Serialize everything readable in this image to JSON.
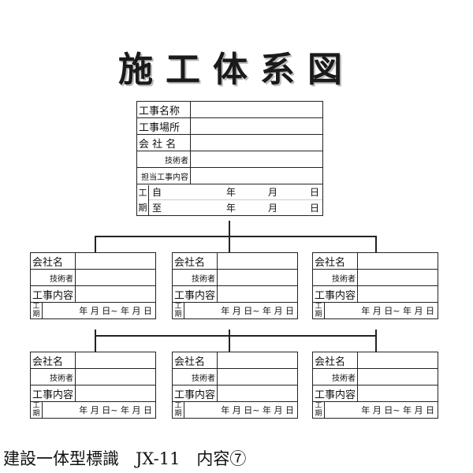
{
  "title": "施工体系図",
  "top": {
    "rows": [
      "工事名称",
      "工事場所",
      "会 社 名"
    ],
    "engineer": "技術者",
    "person": "担当工事内容",
    "period_label": [
      "工",
      "期"
    ],
    "period": [
      {
        "prefix": "自",
        "year": "年",
        "month": "月",
        "day": "日"
      },
      {
        "prefix": "至",
        "year": "年",
        "month": "月",
        "day": "日"
      }
    ]
  },
  "card": {
    "company": "会社名",
    "engineer": "技術者",
    "work": "工事内容",
    "period_label": [
      "工",
      "期"
    ],
    "dates": "年 月 日~ 年 月 日"
  },
  "caption": "建設一体型標識　JX-11　内容⑦"
}
